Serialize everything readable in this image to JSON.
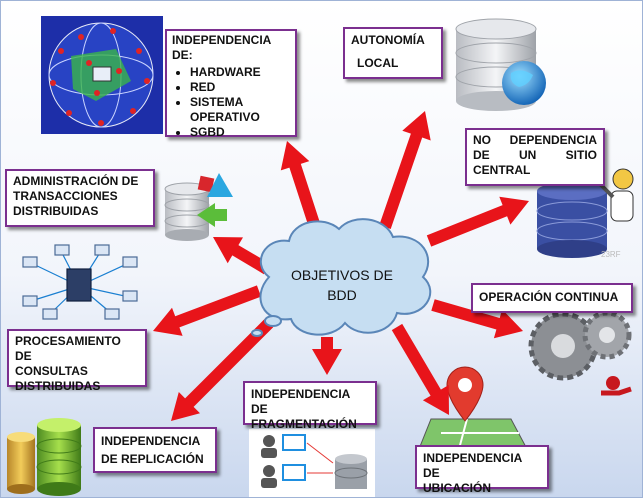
{
  "center": {
    "line1": "OBJETIVOS DE",
    "line2": "BDD"
  },
  "hardware_box": {
    "title": "INDEPENDENCIA DE:",
    "items": [
      "HARDWARE",
      "RED",
      "SISTEMA OPERATIVO",
      "SGBD"
    ]
  },
  "autonomia": {
    "line1": "AUTONOMÍA",
    "line2": "LOCAL"
  },
  "no_dependencia": {
    "line1": "NO DEPENDENCIA",
    "line2": "DE UN SITIO",
    "line3": "CENTRAL"
  },
  "operacion": {
    "text": "OPERACIÓN CONTINUA"
  },
  "ubicacion": {
    "line1": "INDEPENDENCIA DE",
    "line2": "UBICACIÓN"
  },
  "fragmentacion": {
    "line1": "INDEPENDENCIA DE",
    "line2": "FRAGMENTACIÓN"
  },
  "replicacion": {
    "line1": "INDEPENDENCIA",
    "line2": "DE REPLICACIÓN"
  },
  "consultas": {
    "line1": "PROCESAMIENTO DE",
    "line2": "CONSULTAS",
    "line3": "DISTRIBUIDAS"
  },
  "transacciones": {
    "line1": "ADMINISTRACIÓN DE",
    "line2": "TRANSACCIONES",
    "line3": "DISTRIBUIDAS"
  },
  "colors": {
    "arrow": "#e8141a",
    "border": "#7b2f8f",
    "cloud": "#c6def2",
    "cloud_stroke": "#5a86b8"
  }
}
